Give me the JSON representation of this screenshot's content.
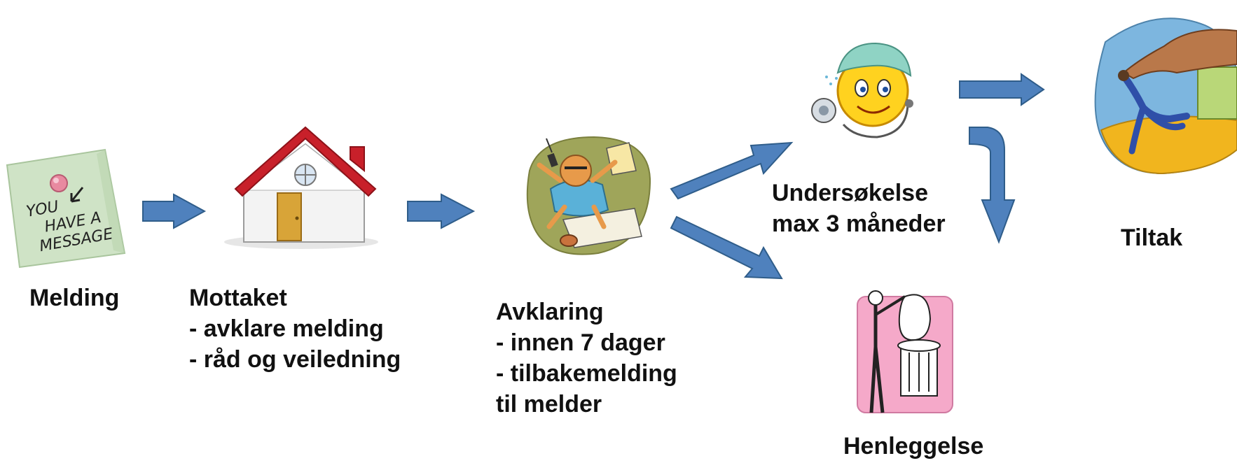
{
  "nodes": {
    "melding": {
      "title": "Melding",
      "note_text": [
        "YOU",
        "HAVE A",
        "MESSAGE"
      ]
    },
    "mottaket": {
      "title": "Mottaket",
      "lines": [
        "- avklare melding",
        "- råd og veiledning"
      ]
    },
    "avklaring": {
      "title": "Avklaring",
      "lines": [
        "- innen 7 dager",
        "- tilbakemelding",
        "til melder"
      ]
    },
    "undersokelse": {
      "lines": [
        "Undersøkelse",
        "max 3 måneder"
      ]
    },
    "henleggelse": {
      "title": "Henleggelse"
    },
    "tiltak": {
      "title": "Tiltak"
    }
  },
  "colors": {
    "arrow_fill": "#4f81bd",
    "arrow_stroke": "#2f5d8a",
    "text": "#111111"
  },
  "icons": {
    "melding": "sticky-note-icon",
    "mottaket": "house-icon",
    "avklaring": "busy-office-worker-icon",
    "undersokelse": "smiley-doctor-icon",
    "henleggelse": "trash-bag-icon",
    "tiltak": "helping-hand-icon"
  }
}
